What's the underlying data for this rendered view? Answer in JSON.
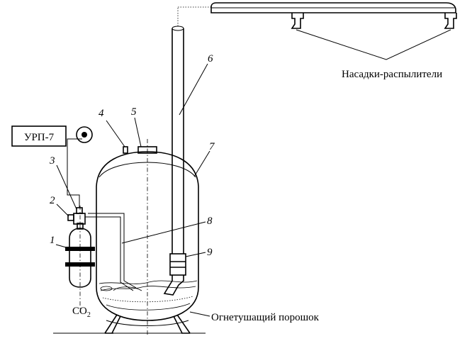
{
  "labels": {
    "urp": "УРП-7",
    "nozzles": "Насадки-распылители",
    "powder": "Огнетушащий порошок",
    "co2": "CO",
    "co2_sub": "2"
  },
  "callouts": [
    "1",
    "2",
    "3",
    "4",
    "5",
    "6",
    "7",
    "8",
    "9"
  ]
}
